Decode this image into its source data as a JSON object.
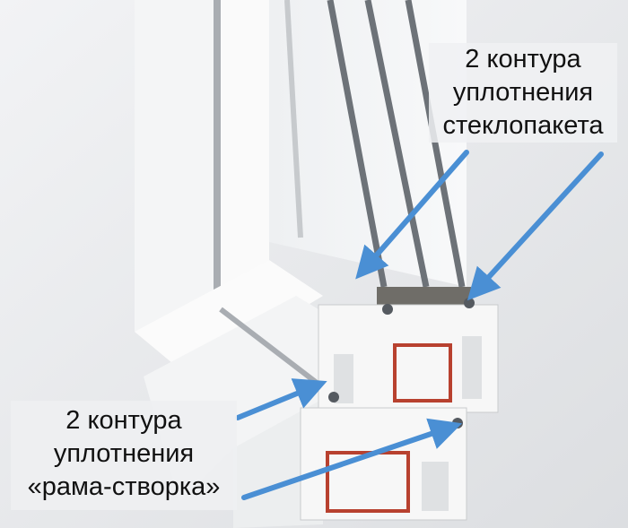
{
  "annotations": {
    "glazing_seals": {
      "lines": [
        "2 контура",
        "уплотнения",
        "стеклопакета"
      ]
    },
    "frame_sash_seals": {
      "lines": [
        "2 контура",
        "уплотнения",
        "«рама-створка»"
      ]
    }
  },
  "colors": {
    "arrow": "#4a8fd4",
    "background": "#e9eaec",
    "pvc": "#f7f7f7",
    "seal": "#555a60",
    "steel_reinforcement": "#b8412f"
  }
}
